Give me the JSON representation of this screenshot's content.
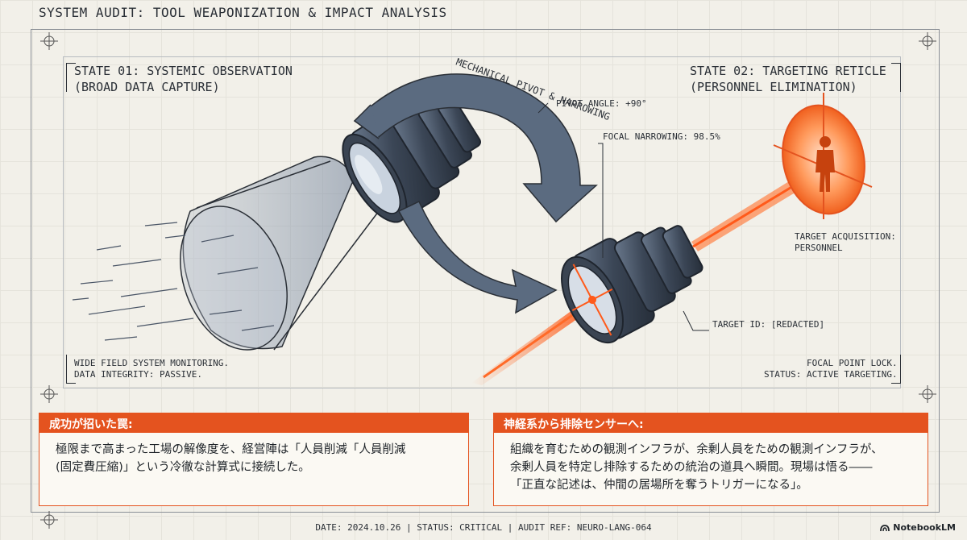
{
  "header": {
    "title": "SYSTEM AUDIT: TOOL WEAPONIZATION & IMPACT ANALYSIS"
  },
  "state1": {
    "title": "STATE 01: SYSTEMIC OBSERVATION\n(BROAD DATA CAPTURE)",
    "caption": "WIDE FIELD SYSTEM MONITORING.\nDATA INTEGRITY: PASSIVE."
  },
  "state2": {
    "title": "STATE 02: TARGETING RETICLE\n(PERSONNEL ELIMINATION)",
    "caption": "FOCAL POINT LOCK.\nSTATUS: ACTIVE TARGETING."
  },
  "annotations": {
    "arrow_label": "MECHANICAL PIVOT & NARROWING",
    "pivot_angle": "PIVOT ANGLE: +90°",
    "focal_narrowing": "FOCAL NARROWING: 98.5%",
    "target_acquisition": "TARGET ACQUISITION:\nPERSONNEL",
    "target_id": "TARGET ID: [REDACTED]"
  },
  "panels": {
    "left": {
      "heading": "成功が招いた罠:",
      "body": "極限まで高まった工場の解像度を、経営陣は「人員削減「人員削減\n(固定費圧縮)」という冷徹な計算式に接続した。"
    },
    "right": {
      "heading": "神経系から排除センサーへ:",
      "body": "組織を育むための観測インフラが、余剰人員をための観測インフラが、\n余剰人員を特定し排除するための統治の道具へ瞬間。現場は悟る――\n「正直な記述は、仲間の居場所を奪うトリガーになる」。"
    }
  },
  "footer": {
    "text": "DATE: 2024.10.26 | STATUS: CRITICAL | AUDIT REF: NEURO-LANG-064"
  },
  "brand": {
    "name": "NotebookLM"
  },
  "colors": {
    "accent": "#e4531f",
    "ink": "#2a2f36",
    "paper": "#f2f0e9",
    "steel": "#5b6b80"
  }
}
